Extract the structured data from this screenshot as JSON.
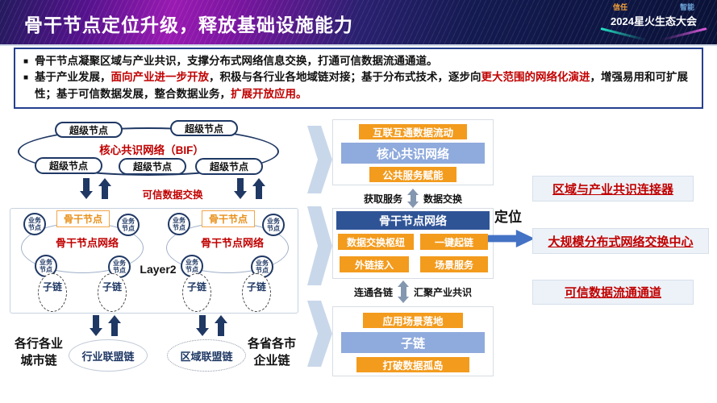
{
  "header": {
    "title": "骨干节点定位升级，释放基础设施能力",
    "logo": {
      "tag_left": "信任",
      "tag_right": "智能",
      "event": "2024星火生态大会"
    }
  },
  "summary": {
    "bullet_marker": "■",
    "bullet1": "骨干节点凝聚区域与产业共识，支撑分布式网络信息交换，打通可信数据流通通道。",
    "bullet2": {
      "s0": "基于产业发展，",
      "s1": "面向产业进一步开放",
      "s2": "，积极与各行业各地域链对接；基于分布式技术，逐步向",
      "s3": "更大范围的网络化演进",
      "s4": "，增强易用和可扩展性；基于可信数据发展，整合数据业务，",
      "s5": "扩展开放应用。"
    }
  },
  "left_diagram": {
    "super_node": "超级节点",
    "core_label": "核心共识网络（BIF）",
    "trusted_exchange": "可信数据交换",
    "backbone_node": "骨干节点",
    "backbone_network": "骨干节点网络",
    "business_node": "业务节点",
    "subchain": "子链",
    "layer2": "Layer2",
    "caption_left_line1": "各行各业",
    "caption_left_line2": "城市链",
    "industry_alliance_chain": "行业联盟链",
    "region_alliance_chain": "区域联盟链",
    "caption_right_line1": "各省各市",
    "caption_right_line2": "企业链"
  },
  "middle": {
    "top_group": {
      "row1": "互联互通数据流动",
      "row2": "核心共识网络",
      "row3": "公共服务赋能"
    },
    "exchange_labels": {
      "left": "获取服务",
      "right": "数据交换"
    },
    "mid_group": {
      "header": "骨干节点网络",
      "cell1": "数据交换枢纽",
      "cell2": "一键起链",
      "cell3": "外链接入",
      "cell4": "场景服务"
    },
    "connect_labels": {
      "left": "连通各链",
      "right": "汇聚产业共识"
    },
    "bottom_group": {
      "row1": "应用场景落地",
      "row2": "子链",
      "row3": "打破数据孤岛"
    }
  },
  "right": {
    "positioning": "定位",
    "box1": "区域与产业共识连接器",
    "box2": "大规模分布式网络交换中心",
    "box3": "可信数据流通通道"
  },
  "colors": {
    "orange": "#F39B1D",
    "navy_header": "#2F5496",
    "dark_navy": "#1F3864",
    "periwinkle": "#8FAADC",
    "red": "#C00000",
    "pale_arrow": "#C9D7EA",
    "blue_arrow": "#4472C4"
  }
}
